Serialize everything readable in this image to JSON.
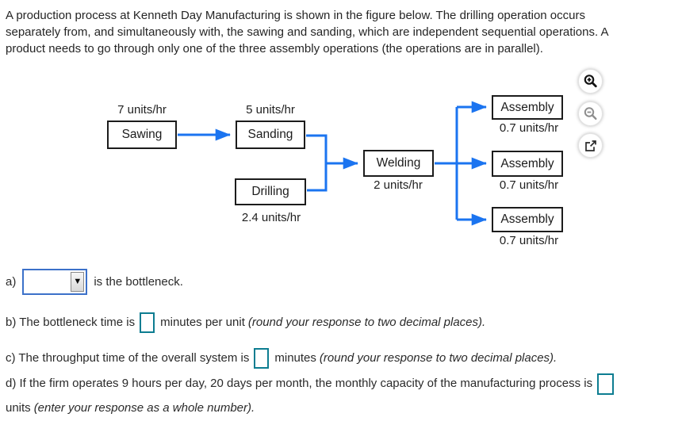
{
  "intro": {
    "lines": [
      "A production process at Kenneth Day Manufacturing is shown in the figure below. The drilling operation occurs",
      "separately from, and simultaneously with, the sawing and sanding, which are independent sequential operations. A",
      "product needs to go through only one of the three assembly operations (the operations are in parallel)."
    ]
  },
  "diagram": {
    "nodes": {
      "sawing": {
        "label": "Sawing",
        "rate": "7 units/hr"
      },
      "sanding": {
        "label": "Sanding",
        "rate": "5 units/hr"
      },
      "drilling": {
        "label": "Drilling",
        "rate": "2.4 units/hr"
      },
      "welding": {
        "label": "Welding",
        "rate": "2 units/hr"
      },
      "assembly1": {
        "label": "Assembly",
        "rate": "0.7 units/hr"
      },
      "assembly2": {
        "label": "Assembly",
        "rate": "0.7 units/hr"
      },
      "assembly3": {
        "label": "Assembly",
        "rate": "0.7 units/hr"
      }
    },
    "colors": {
      "arrow_blue": "#1b74f0",
      "box_border": "#1c1c1c"
    },
    "toolbar": {
      "zoom_in": "zoom-in",
      "zoom_out": "zoom-out",
      "open_in_new": "open-in-new-window"
    }
  },
  "questions": {
    "a": {
      "label": "a)",
      "dropdown_value": "",
      "caret": "▼",
      "suffix": "is the bottleneck."
    },
    "b": {
      "prefix": "b) The bottleneck time is",
      "value": "",
      "after_input": "minutes per unit",
      "italic_note": "(round your response to two decimal places)."
    },
    "c": {
      "prefix": "c) The throughput time of the overall system is",
      "value": "",
      "after_input": "minutes",
      "italic_note": "(round your response to two decimal places)."
    },
    "d": {
      "prefix": "d) If the firm operates 9 hours per day, 20 days per month, the monthly capacity of the manufacturing process is",
      "value": "",
      "line2_prefix": "units",
      "italic_note": "(enter your response as a whole number)."
    }
  },
  "ui_colors": {
    "answer_box_border": "#0d7d91",
    "dropdown_border": "#3c71c9"
  }
}
